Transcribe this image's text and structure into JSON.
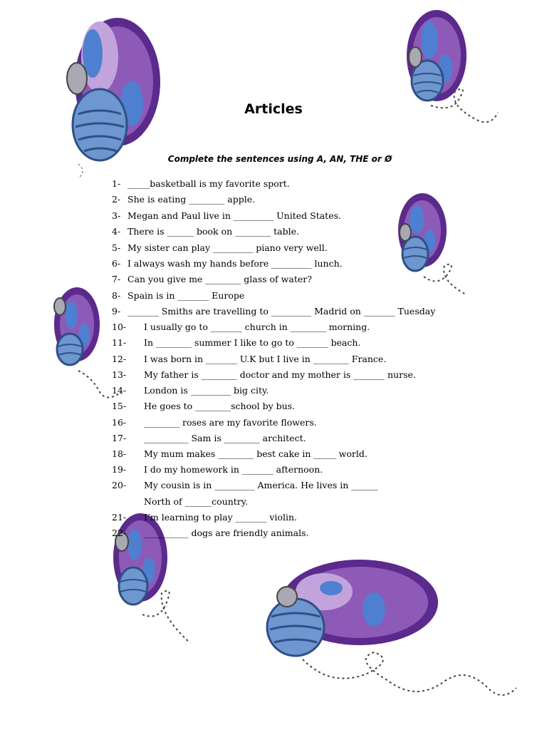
{
  "title": "Articles",
  "instructions": "Complete the sentences using A, AN, THE or Ø",
  "questions": [
    {
      "num": "1-",
      "text": "_____basketball is my favorite sport."
    },
    {
      "num": "2-",
      "text": "She is eating ________ apple."
    },
    {
      "num": "3-",
      "text": "Megan and Paul live in _________ United States."
    },
    {
      "num": "4-",
      "text": "There is ______ book on ________ table."
    },
    {
      "num": "5-",
      "text": "My sister can play _________ piano very well."
    },
    {
      "num": "6-",
      "text": "I always wash my hands before _________ lunch."
    },
    {
      "num": "7-",
      "text": "Can you give me ________ glass of water?"
    },
    {
      "num": "8-",
      "text": "Spain is in _______ Europe"
    },
    {
      "num": "9-",
      "text": "_______ Smiths are travelling to _________ Madrid on _______ Tuesday"
    },
    {
      "num": "10-",
      "text": "I usually go to _______ church in ________ morning."
    },
    {
      "num": "11-",
      "text": "In ________ summer I like to go to _______ beach."
    },
    {
      "num": "12-",
      "text": "I was born in _______ U.K but I live in ________ France."
    },
    {
      "num": "13-",
      "text": "My father is ________ doctor and my mother is _______ nurse."
    },
    {
      "num": "14-",
      "text": "London is _________ big city."
    },
    {
      "num": "15-",
      "text": "He goes to ________school by bus."
    },
    {
      "num": "16-",
      "text": "________ roses are my favorite flowers."
    },
    {
      "num": "17-",
      "text": "__________ Sam is ________ architect."
    },
    {
      "num": "18-",
      "text": "My mum makes ________ best cake in _____ world."
    },
    {
      "num": "19-",
      "text": "I do my homework in _______ afternoon."
    },
    {
      "num": "20-",
      "text": "My cousin is in _________ America. He lives in ______"
    },
    {
      "num": "",
      "text": "North of ______country."
    },
    {
      "num": "21-",
      "text": "I’m learning to play _______ violin."
    },
    {
      "num": "22-",
      "text": "__________ dogs are friendly animals."
    }
  ],
  "colors": {
    "wing_dark": "#5b2a8c",
    "wing_purple": "#8d5ab8",
    "wing_light": "#c3a3dc",
    "spot_blue": "#4f7fd0",
    "body_blue": "#6e96cf",
    "body_stripe": "#2f4f86",
    "head_grey": "#a9a9b3"
  }
}
